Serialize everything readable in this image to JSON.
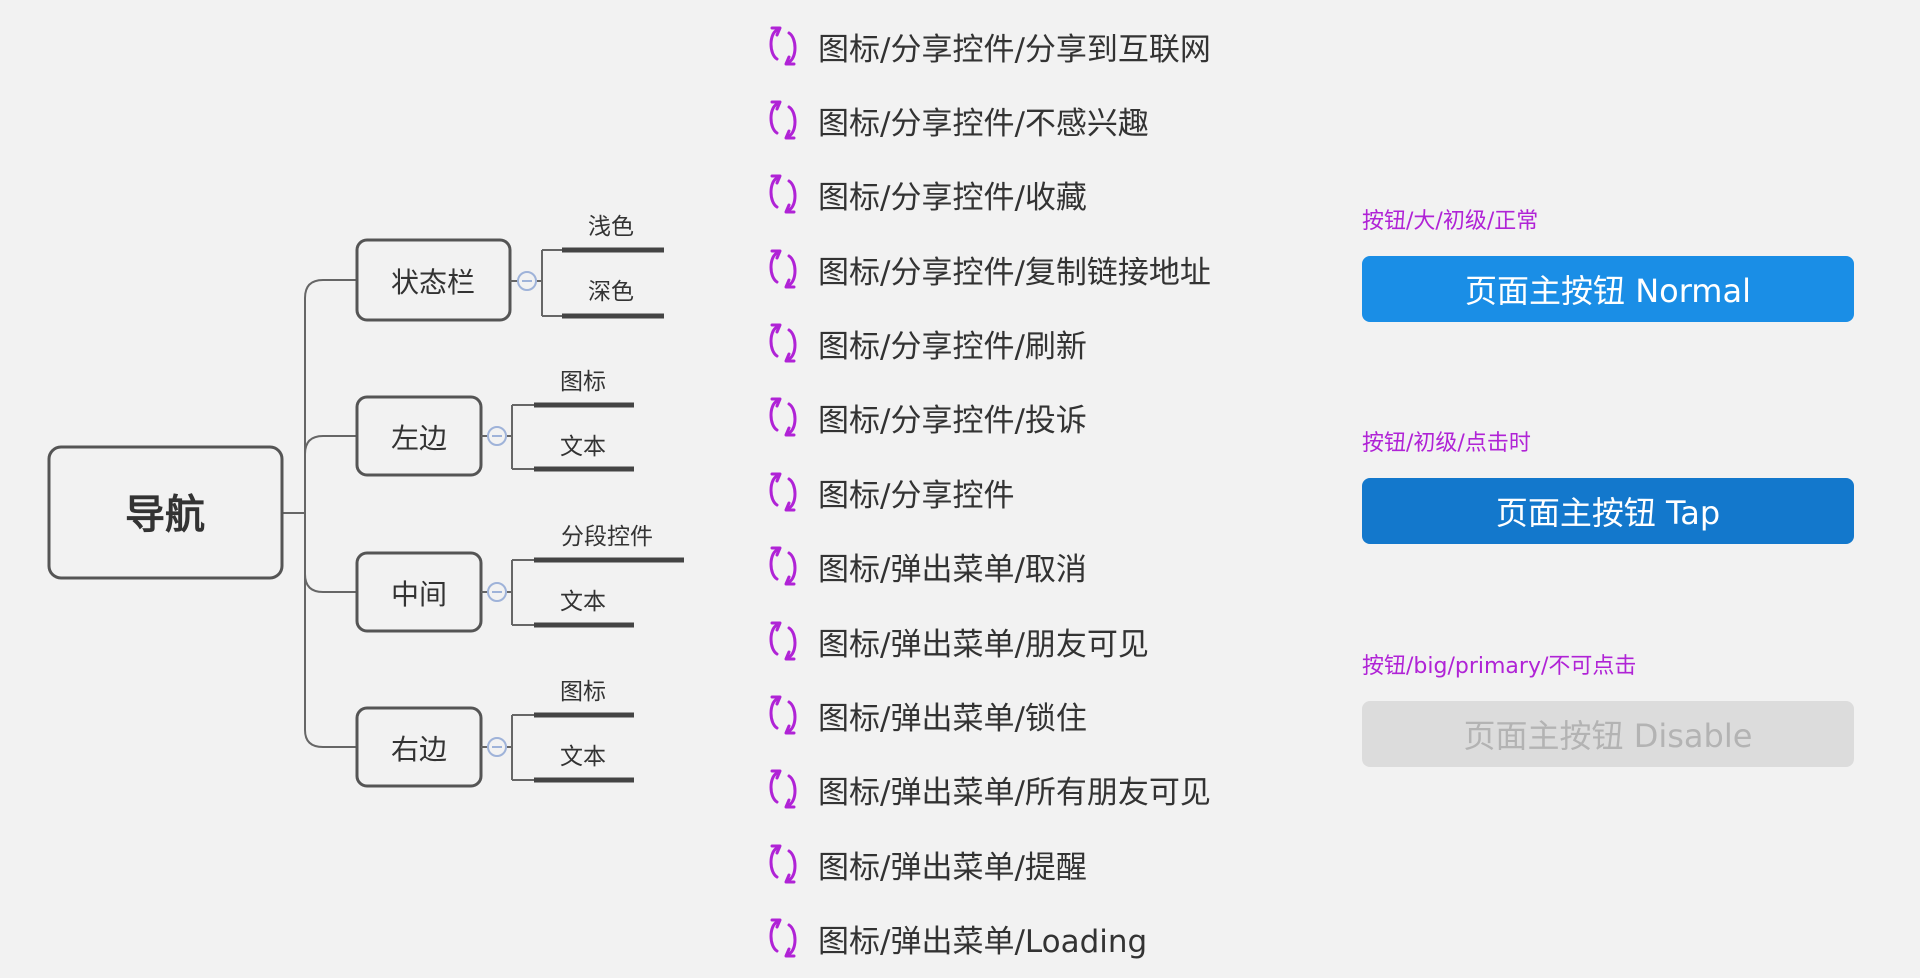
{
  "mindmap": {
    "root": "导航",
    "branches": [
      {
        "label": "状态栏",
        "leaves": [
          "浅色",
          "深色"
        ]
      },
      {
        "label": "左边",
        "leaves": [
          "图标",
          "文本"
        ]
      },
      {
        "label": "中间",
        "leaves": [
          "分段控件",
          "文本"
        ]
      },
      {
        "label": "右边",
        "leaves": [
          "图标",
          "文本"
        ]
      }
    ],
    "collapse_symbol": "−"
  },
  "components": [
    "图标/分享控件/分享到互联网",
    "图标/分享控件/不感兴趣",
    "图标/分享控件/收藏",
    "图标/分享控件/复制链接地址",
    "图标/分享控件/刷新",
    "图标/分享控件/投诉",
    "图标/分享控件",
    "图标/弹出菜单/取消",
    "图标/弹出菜单/朋友可见",
    "图标/弹出菜单/锁住",
    "图标/弹出菜单/所有朋友可见",
    "图标/弹出菜单/提醒",
    "图标/弹出菜单/Loading"
  ],
  "component_icon": "sync-arrows-icon",
  "buttons": [
    {
      "caption": "按钮/大/初级/正常",
      "label": "页面主按钮 Normal",
      "state": "normal",
      "color": "#1a8ee6"
    },
    {
      "caption": "按钮/初级/点击时",
      "label": "页面主按钮 Tap",
      "state": "tap",
      "color": "#1378cc"
    },
    {
      "caption": "按钮/big/primary/不可点击",
      "label": "页面主按钮 Disable",
      "state": "disabled",
      "color": "#dcdcdc"
    }
  ],
  "colors": {
    "caption": "#b023d6",
    "icon": "#b023d6",
    "line": "#666666",
    "node_border": "#555555",
    "collapse": "#9fb3d9"
  }
}
